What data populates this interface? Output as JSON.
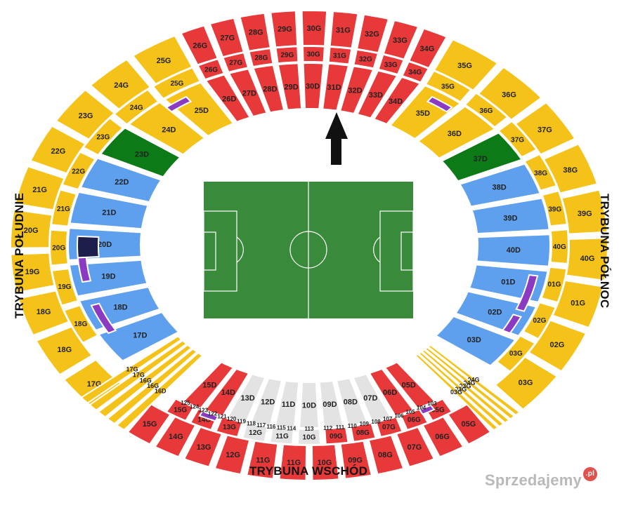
{
  "stand_labels": {
    "east": "TRYBUNA WSCHÓD",
    "south": "TRYBUNA POŁUDNIE",
    "north": "TRYBUNA PÓŁNOC"
  },
  "watermark": {
    "text": "Sprzedajemy",
    "badge": ".pl"
  },
  "colors": {
    "red": "#e8393a",
    "yellow": "#f4c218",
    "blue": "#5ea0ee",
    "green": "#0c7a17",
    "grey": "#e3e3e3",
    "purple": "#8a3bc2",
    "navy": "#1e1e4c",
    "pitch": "#3a8a3c",
    "pitch_line": "#ffffff",
    "arrow": "#111111"
  },
  "top_outer": [
    "26G",
    "27G",
    "28G",
    "29G",
    "30G",
    "31G",
    "32G",
    "33G",
    "34G"
  ],
  "top_middle": [
    "26G",
    "27G",
    "28G",
    "29G",
    "30G",
    "31G",
    "32G",
    "33G",
    "34G"
  ],
  "top_lower": [
    "26D",
    "27D",
    "28D",
    "29D",
    "30D",
    "31D",
    "32D",
    "33D",
    "34D"
  ],
  "west_outer": [
    "25G",
    "24G",
    "23G",
    "22G",
    "21G",
    "20G",
    "19G",
    "18G",
    "18G",
    "17G"
  ],
  "west_middle": [
    "25G",
    "24G",
    "23G",
    "22G",
    "21G",
    "20G",
    "19G",
    "18G"
  ],
  "west_lower": [
    {
      "label": "25D",
      "color": "yellow"
    },
    {
      "label": "24D",
      "color": "yellow"
    },
    {
      "label": "23D",
      "color": "green"
    },
    {
      "label": "22D",
      "color": "blue"
    },
    {
      "label": "21D",
      "color": "blue"
    },
    {
      "label": "20D",
      "color": "blue"
    },
    {
      "label": "19D",
      "color": "blue"
    },
    {
      "label": "18D",
      "color": "blue"
    },
    {
      "label": "17D",
      "color": "blue"
    }
  ],
  "east_outer": [
    "35G",
    "36G",
    "37G",
    "38G",
    "39G",
    "40G",
    "01G",
    "02G",
    "03G"
  ],
  "east_middle": [
    "35G",
    "36G",
    "37G",
    "38G",
    "39G",
    "40G",
    "01G",
    "02G",
    "03G"
  ],
  "east_lower": [
    {
      "label": "35D",
      "color": "yellow"
    },
    {
      "label": "36D",
      "color": "yellow"
    },
    {
      "label": "37D",
      "color": "green"
    },
    {
      "label": "38D",
      "color": "blue"
    },
    {
      "label": "39D",
      "color": "blue"
    },
    {
      "label": "40D",
      "color": "blue"
    },
    {
      "label": "01D",
      "color": "blue"
    },
    {
      "label": "02D",
      "color": "blue"
    },
    {
      "label": "03D",
      "color": "blue"
    }
  ],
  "bottom_outer": [
    "15G",
    "14G",
    "13G",
    "12G",
    "11G",
    "11G",
    "10G",
    "09G",
    "08G",
    "07G",
    "06G",
    "05G"
  ],
  "bottom_middle": [
    {
      "label": "15G",
      "color": "red"
    },
    {
      "label": "14G",
      "color": "red"
    },
    {
      "label": "13G",
      "color": "red"
    },
    {
      "label": "12G",
      "color": "grey"
    },
    {
      "label": "11G",
      "color": "grey"
    },
    {
      "label": "10G",
      "color": "grey"
    },
    {
      "label": "09G",
      "color": "red"
    },
    {
      "label": "08G",
      "color": "red"
    },
    {
      "label": "07G",
      "color": "red"
    },
    {
      "label": "06G",
      "color": "red"
    },
    {
      "label": "05G",
      "color": "red"
    }
  ],
  "bottom_lower": [
    {
      "label": "15D",
      "color": "red"
    },
    {
      "label": "14D",
      "color": "red"
    },
    {
      "label": "13D",
      "color": "grey"
    },
    {
      "label": "12D",
      "color": "grey"
    },
    {
      "label": "11D",
      "color": "grey"
    },
    {
      "label": "10D",
      "color": "grey"
    },
    {
      "label": "09D",
      "color": "grey"
    },
    {
      "label": "08D",
      "color": "grey"
    },
    {
      "label": "07D",
      "color": "grey"
    },
    {
      "label": "06D",
      "color": "red"
    },
    {
      "label": "05D",
      "color": "red"
    }
  ],
  "corner_sw": [
    {
      "label": "16D",
      "color": "yellow"
    },
    {
      "label": "16G",
      "color": "yellow"
    },
    {
      "label": "16G",
      "color": "yellow"
    },
    {
      "label": "17G",
      "color": "yellow"
    },
    {
      "label": "17G",
      "color": "yellow"
    }
  ],
  "corner_se": [
    {
      "label": "04G",
      "color": "yellow"
    },
    {
      "label": "04G",
      "color": "yellow"
    },
    {
      "label": "03G",
      "color": "yellow"
    },
    {
      "label": "03G",
      "color": "yellow"
    },
    {
      "label": "03G",
      "color": "yellow"
    }
  ],
  "boxes_west": [
    "125",
    "124",
    "123",
    "122",
    "121",
    "120",
    "119",
    "118",
    "117",
    "116",
    "115",
    "114"
  ],
  "boxes_center": [
    "113"
  ],
  "boxes_east": [
    "112",
    "111",
    "110",
    "109",
    "108",
    "107",
    "106",
    "105",
    "104",
    "103"
  ]
}
